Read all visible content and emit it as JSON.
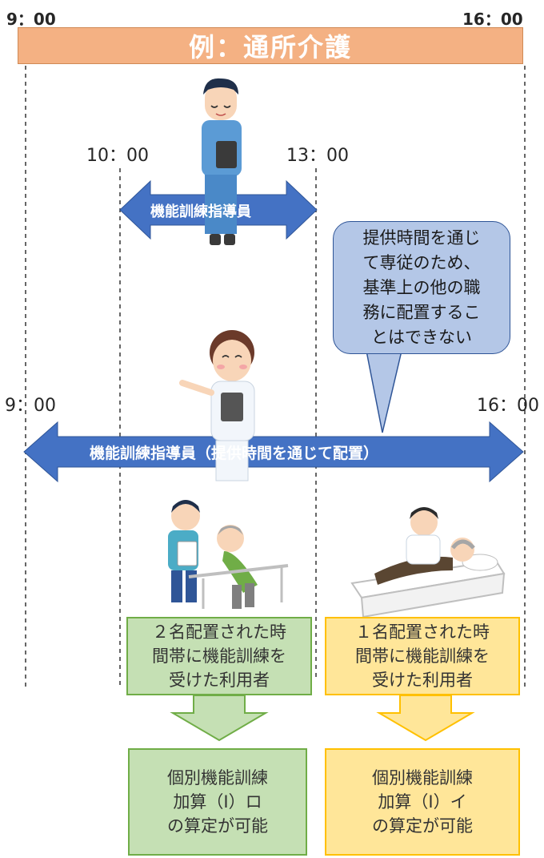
{
  "times": {
    "left_start": "9：00",
    "right_end": "16：00",
    "mid_start": "10：00",
    "mid_end": "13：00",
    "row2_start": "9：00",
    "row2_end": "16：00"
  },
  "banner": {
    "title": "例：通所介護"
  },
  "arrow_upper": {
    "label": "機能訓練指導員"
  },
  "arrow_lower": {
    "label": "機能訓練指導員（提供時間を通じて配置）"
  },
  "bubble": {
    "lines": [
      "提供時間を通じ",
      "て専従のため、",
      "基準上の他の職",
      "務に配置するこ",
      "とはできない"
    ]
  },
  "box_green": {
    "lines": [
      "２名配置された時",
      "間帯に機能訓練を",
      "受けた利用者"
    ]
  },
  "box_yellow": {
    "lines": [
      "１名配置された時",
      "間帯に機能訓練を",
      "受けた利用者"
    ]
  },
  "result_green": {
    "lines": [
      "個別機能訓練",
      "加算（Ⅰ）ロ",
      "の算定が可能"
    ]
  },
  "result_yellow": {
    "lines": [
      "個別機能訓練",
      "加算（Ⅰ）イ",
      "の算定が可能"
    ]
  },
  "colors": {
    "banner": "#f4b183",
    "arrow_blue": "#4472c4",
    "green_fill": "#c5e0b4",
    "green_border": "#70ad47",
    "yellow_fill": "#ffe699",
    "yellow_border": "#ffc000"
  }
}
